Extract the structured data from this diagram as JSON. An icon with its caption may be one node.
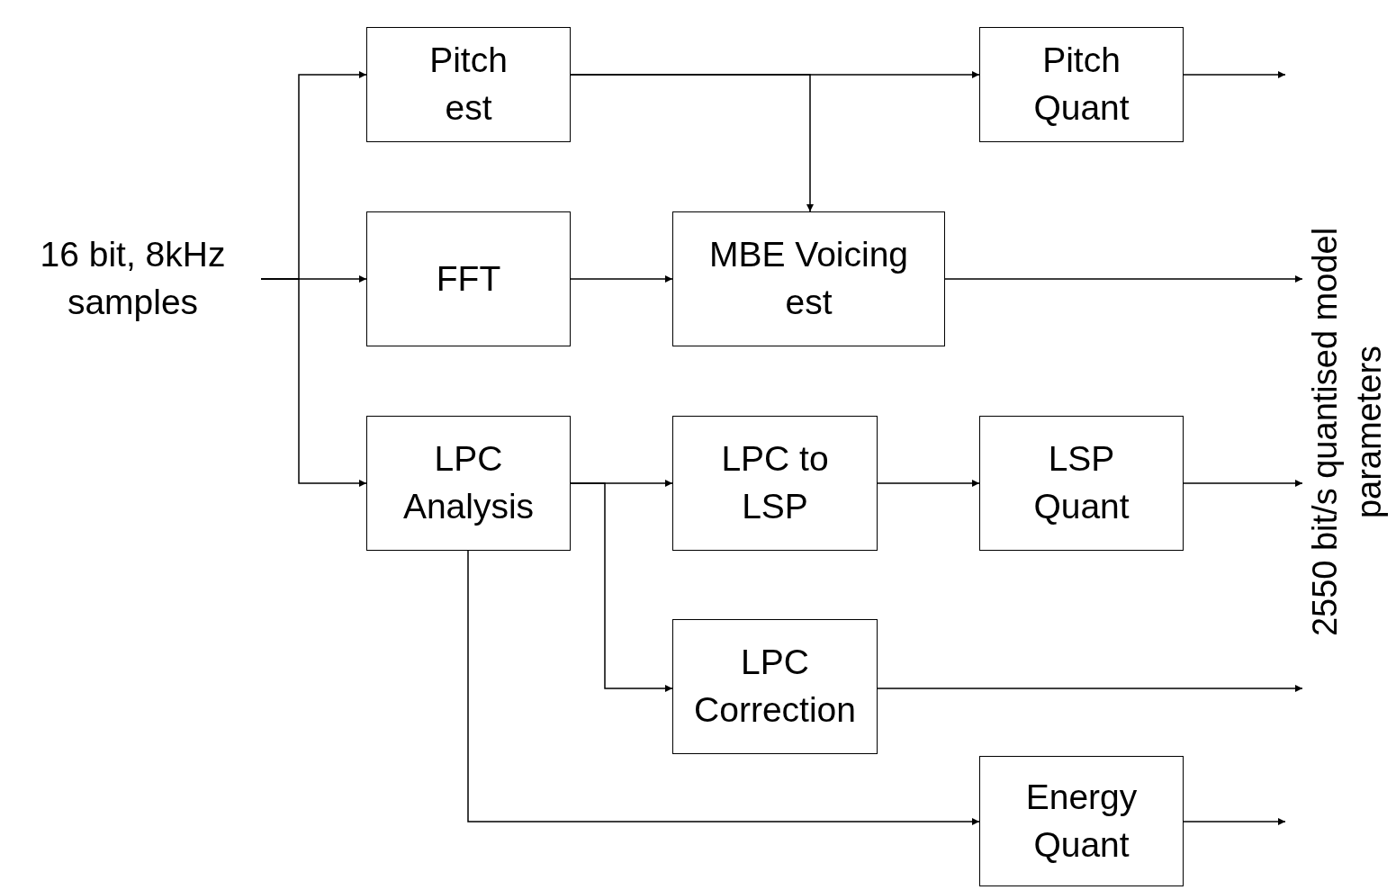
{
  "diagram": {
    "nodes": [
      {
        "text": [
          "16 bit, 8kHz samples"
        ]
      },
      {
        "text": [
          "Pitch est"
        ]
      },
      {
        "text": [
          "FFT"
        ]
      },
      {
        "text": [
          "LPC Analysis"
        ]
      },
      {
        "text": [
          "Pitch Quant"
        ]
      },
      {
        "text": [
          "MBE Voicing est"
        ]
      },
      {
        "text": [
          "LPC to LSP"
        ]
      },
      {
        "text": [
          "LSP Quant"
        ]
      },
      {
        "text": [
          "LPC Correction"
        ]
      },
      {
        "text": [
          "Energy Quant"
        ]
      },
      {
        "text": [
          "2550 bit/s quantised model parameters"
        ]
      }
    ],
    "edges": [
      {
        "from": 0,
        "to": 1,
        "arrow": "to"
      },
      {
        "from": 0,
        "to": 2,
        "arrow": "to"
      },
      {
        "from": 0,
        "to": 3,
        "arrow": "to"
      },
      {
        "from": 1,
        "to": 4,
        "arrow": "to"
      },
      {
        "from": 1,
        "to": 5,
        "arrow": "to"
      },
      {
        "from": 2,
        "to": 5,
        "arrow": "to"
      },
      {
        "from": 3,
        "to": 6,
        "arrow": "to"
      },
      {
        "from": 3,
        "to": 8,
        "arrow": "to"
      },
      {
        "from": 3,
        "to": 9,
        "arrow": "to"
      },
      {
        "from": 6,
        "to": 7,
        "arrow": "to"
      },
      {
        "from": 4,
        "to": null,
        "arrow": "to"
      },
      {
        "from": 5,
        "to": 10,
        "arrow": "to"
      },
      {
        "from": 7,
        "to": 10,
        "arrow": "to"
      },
      {
        "from": 8,
        "to": 10,
        "arrow": "to"
      },
      {
        "from": 9,
        "to": null,
        "arrow": "to"
      }
    ]
  }
}
